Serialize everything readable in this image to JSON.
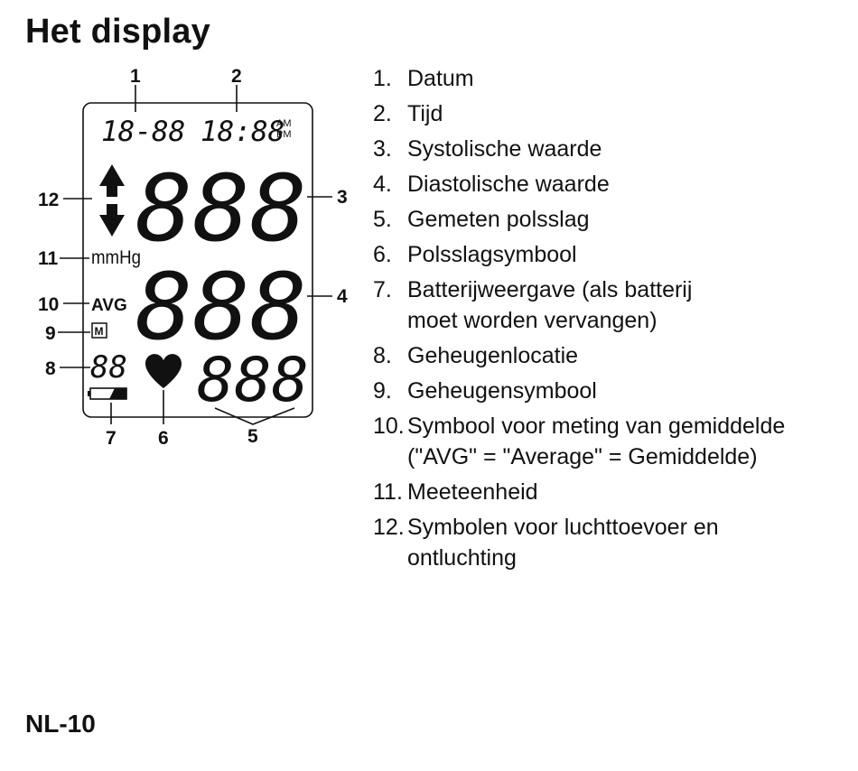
{
  "title": "Het display",
  "footer": "NL-10",
  "diagram": {
    "callouts": [
      "1",
      "2",
      "3",
      "4",
      "5",
      "6",
      "7",
      "8",
      "9",
      "10",
      "11",
      "12"
    ],
    "lcd": {
      "date": "18-88",
      "time": "18:88",
      "am": "AM",
      "pm": "PM",
      "systolic": "888",
      "diastolic": "888",
      "pulse": "888",
      "memory_location": "88",
      "unit": "mmHg",
      "avg": "AVG",
      "memory_symbol": "M"
    }
  },
  "items": [
    {
      "num": "1.",
      "text": "Datum"
    },
    {
      "num": "2.",
      "text": "Tijd"
    },
    {
      "num": "3.",
      "text": "Systolische waarde"
    },
    {
      "num": "4.",
      "text": "Diastolische waarde"
    },
    {
      "num": "5.",
      "text": "Gemeten polsslag"
    },
    {
      "num": "6.",
      "text": "Polsslagsymbool"
    },
    {
      "num": "7.",
      "text": "Batterijweergave (als batterij moet worden vervangen)"
    },
    {
      "num": "8.",
      "text": "Geheugenlocatie"
    },
    {
      "num": "9.",
      "text": "Geheugensymbool"
    },
    {
      "num": "10.",
      "text": "Symbool voor meting van gemiddelde (\"AVG\" = \"Average\" = Gemiddelde)"
    },
    {
      "num": "11.",
      "text": "Meeteenheid"
    },
    {
      "num": "12.",
      "text": "Symbolen voor luchttoevoer en ontluchting"
    }
  ]
}
